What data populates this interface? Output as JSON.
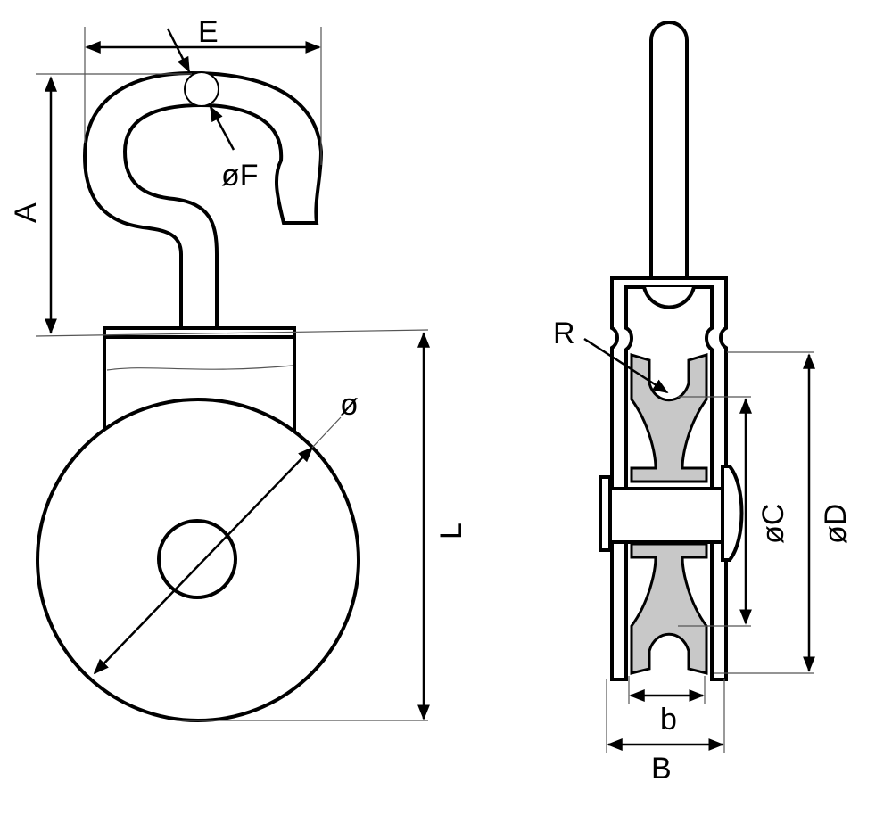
{
  "title": "Swivel hook pulley block dimension drawing",
  "labels": {
    "E": "E",
    "F": "øF",
    "A": "A",
    "diameter": "ø",
    "L": "L",
    "R": "R",
    "C": "øC",
    "D": "øD",
    "b": "b",
    "B": "B"
  },
  "colors": {
    "line": "#000000",
    "sheave_fill": "#c8c8c8"
  }
}
